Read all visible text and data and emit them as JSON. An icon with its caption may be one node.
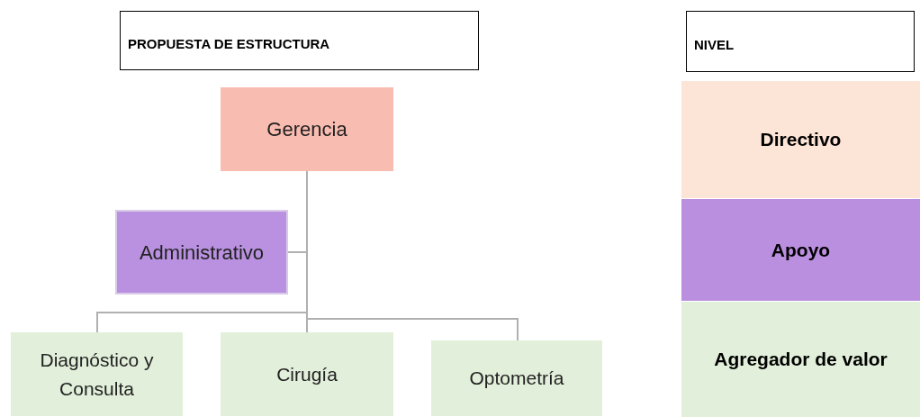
{
  "diagram": {
    "nodes": [
      {
        "text": [
          "PROPUESTA DE ESTRUCTURA"
        ]
      },
      {
        "text": [
          "NIVEL"
        ]
      },
      {
        "text": [
          "Gerencia"
        ]
      },
      {
        "text": [
          "Administrativo"
        ]
      },
      {
        "text": [
          "Diagnóstico y Consulta"
        ]
      },
      {
        "text": [
          "Cirugía"
        ]
      },
      {
        "text": [
          "Optometría"
        ]
      },
      {
        "text": [
          "Directivo"
        ]
      },
      {
        "text": [
          "Apoyo"
        ]
      },
      {
        "text": [
          "Agregador de valor"
        ]
      }
    ],
    "edges": [
      {
        "from": 2,
        "to": 3,
        "arrow": "none"
      },
      {
        "from": 2,
        "to": 4,
        "arrow": "none"
      },
      {
        "from": 2,
        "to": 5,
        "arrow": "none"
      },
      {
        "from": 2,
        "to": 6,
        "arrow": "none"
      }
    ]
  }
}
